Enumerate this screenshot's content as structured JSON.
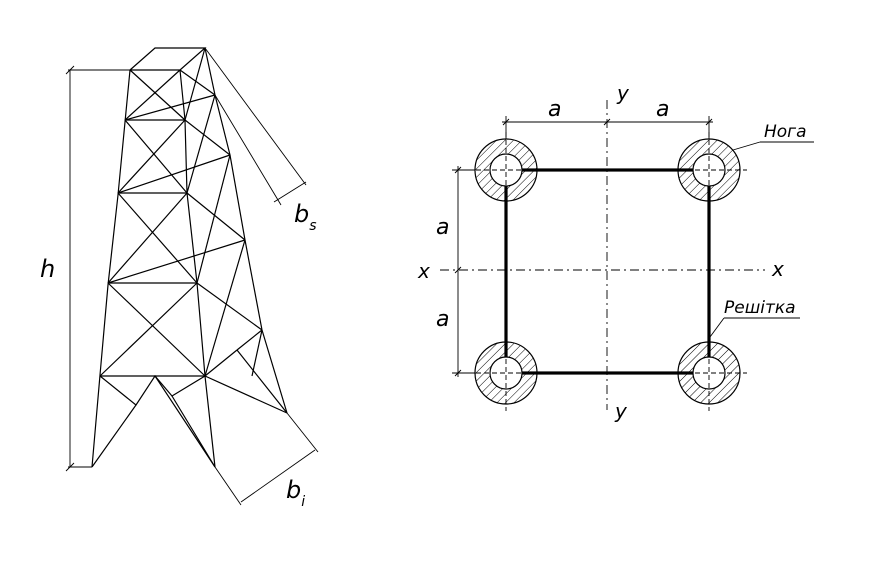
{
  "tower": {
    "height_label": "h",
    "top_width_label": "b",
    "top_width_sub": "s",
    "bottom_width_label": "b",
    "bottom_width_sub": "i"
  },
  "section": {
    "axis_x_left": "x",
    "axis_x_right": "x",
    "axis_y_top": "y",
    "axis_y_bottom": "y",
    "dim_top_left": "a",
    "dim_top_right": "a",
    "dim_left_upper": "a",
    "dim_left_lower": "a",
    "leg_label": "Нога",
    "lattice_label": "Решітка"
  }
}
